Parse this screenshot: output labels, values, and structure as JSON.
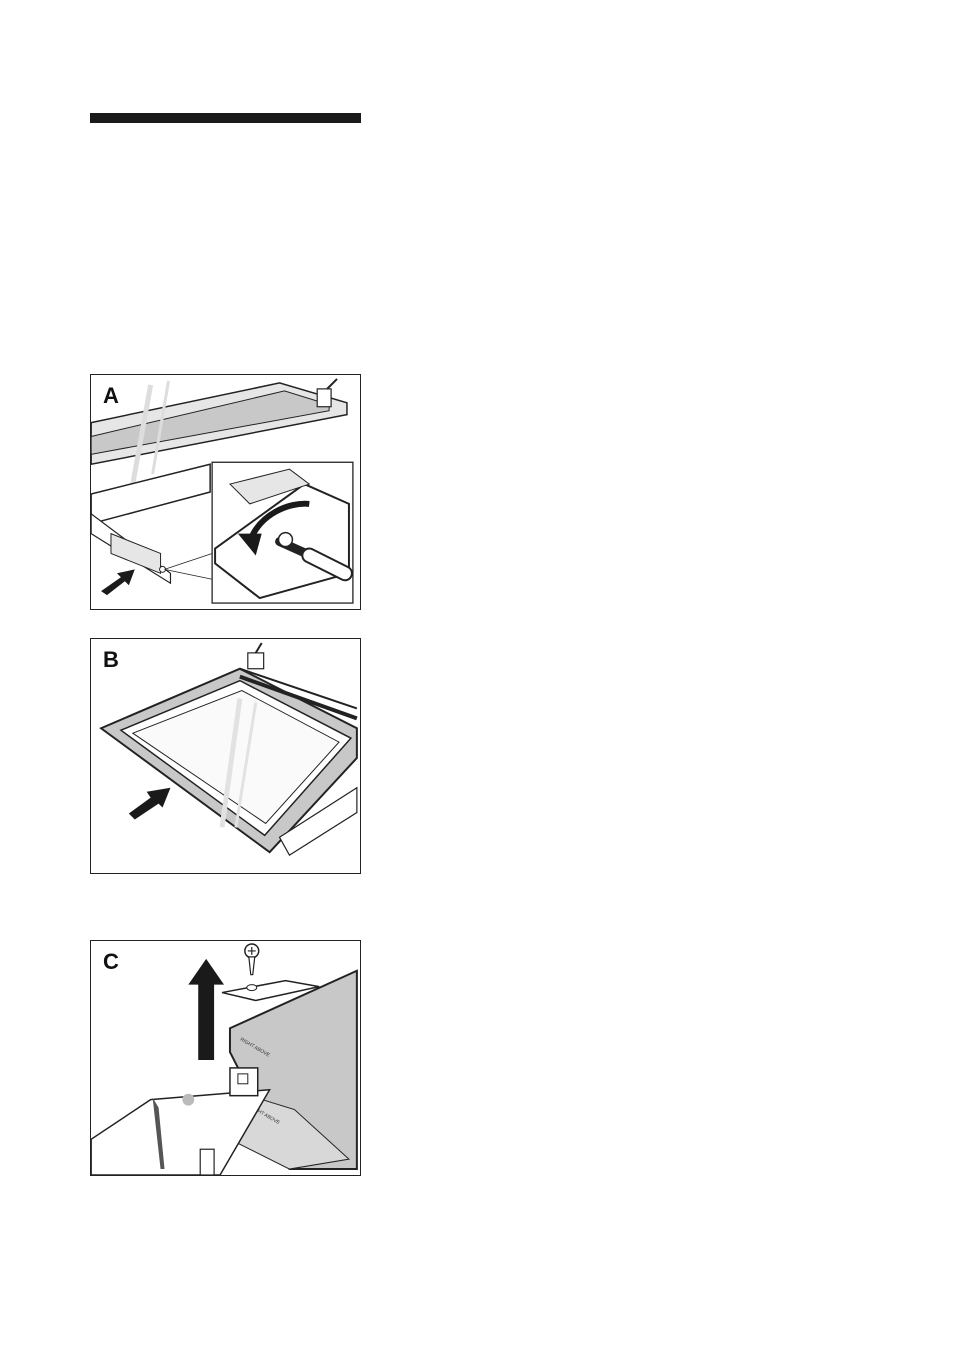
{
  "figures": [
    {
      "label": "A",
      "description_icon": "screwdriver-icon"
    },
    {
      "label": "B",
      "description_icon": "arrow-icon"
    },
    {
      "label": "C",
      "plate_text_upper": "RIGHT ABOVE",
      "plate_text_lower": "RIGHT ABOVE"
    }
  ],
  "colors": {
    "ink": "#1a1a1a",
    "shade": "#c8c8c8",
    "light": "#e6e6e6"
  }
}
